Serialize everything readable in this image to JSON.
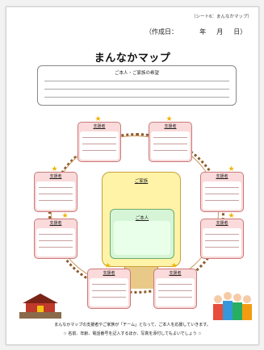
{
  "sheet_label": "（シート6：まんなかマップ）",
  "date": {
    "label": "（作成日：",
    "year": "年",
    "month": "月",
    "day": "日）"
  },
  "title": "まんなかマップ",
  "wish_box": {
    "label": "ご本人・ご家族の希望"
  },
  "supporters": [
    {
      "label": "支援者"
    },
    {
      "label": "支援者"
    },
    {
      "label": "支援者"
    },
    {
      "label": "支援者"
    },
    {
      "label": "支援者"
    },
    {
      "label": "支援者"
    },
    {
      "label": "支援者"
    },
    {
      "label": "支援者"
    }
  ],
  "family_label": "ご家族",
  "person_label": "ご本人",
  "footer": {
    "line1": "まんなかマップの支援者やご家族が「チーム」となって、ご本人を応援していきます。",
    "line2": "☆ 名前、年齢、電話番号を記入するほか、写真を添付してもよいでしょう ☆"
  },
  "colors": {
    "card_fill": "#fadada",
    "tree_fill": "#fff3a8",
    "inner_fill": "#d6f5d6",
    "star": "#f4b400"
  }
}
